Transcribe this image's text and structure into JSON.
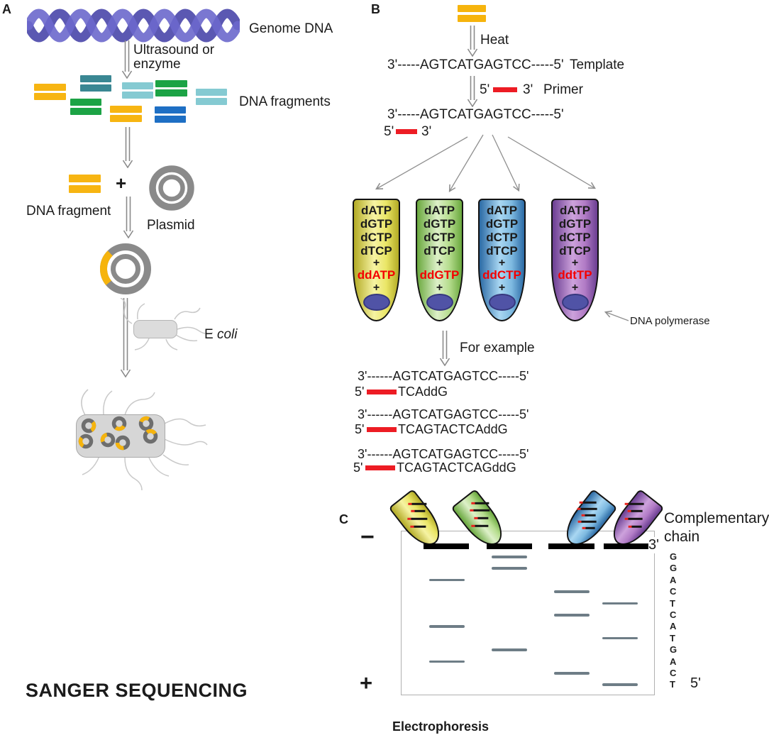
{
  "title": "SANGER SEQUENCING",
  "panelA": {
    "label": "A",
    "genome_dna": "Genome DNA",
    "fragmentation_line1": "Ultrasound or",
    "fragmentation_line2": "enzyme",
    "dna_fragments": "DNA fragments",
    "dna_fragment": "DNA fragment",
    "plus": "+",
    "plasmid": "Plasmid",
    "ecoli_e": "E",
    "ecoli_coli": "coli"
  },
  "panelB": {
    "label": "B",
    "heat": "Heat",
    "template_seq": "3'-----AGTCATGAGTCC-----5'",
    "template_label": "Template",
    "primer_five": "5'",
    "primer_three": "3'",
    "primer_label": "Primer",
    "anneal_seq": "3'-----AGTCATGAGTCC-----5'",
    "anneal_five": "5'",
    "anneal_three": "3'",
    "tubes": [
      {
        "color": "yellow",
        "dntps": [
          "dATP",
          "dGTP",
          "dCTP",
          "dTCP"
        ],
        "plus": "+",
        "ddntp": "ddATP",
        "plus2": "+"
      },
      {
        "color": "green",
        "dntps": [
          "dATP",
          "dGTP",
          "dCTP",
          "dTCP"
        ],
        "plus": "+",
        "ddntp": "ddGTP",
        "plus2": "+"
      },
      {
        "color": "blue",
        "dntps": [
          "dATP",
          "dGTP",
          "dCTP",
          "dTCP"
        ],
        "plus": "+",
        "ddntp": "ddCTP",
        "plus2": "+"
      },
      {
        "color": "purple",
        "dntps": [
          "dATP",
          "dGTP",
          "dCTP",
          "dTCP"
        ],
        "plus": "+",
        "ddntp": "ddtTP",
        "plus2": "+"
      }
    ],
    "dna_polymerase": "DNA polymerase",
    "for_example": "For example",
    "examples": [
      {
        "template": "3'------AGTCATGAGTCC-----5'",
        "five": "5'",
        "product": "TCAddG"
      },
      {
        "template": "3'------AGTCATGAGTCC-----5'",
        "five": "5'",
        "product": "TCAGTACTCAddG"
      },
      {
        "template": "3'------AGTCATGAGTCC-----5'",
        "five": "5'",
        "product": "TCAGTACTCAGddG"
      }
    ]
  },
  "panelC": {
    "label": "C",
    "minus_electrode": "−",
    "plus_electrode": "+",
    "complementary_line1": "Complementary",
    "complementary_line2": "chain",
    "three_prime": "3'",
    "five_prime": "5'",
    "ladder": [
      "G",
      "G",
      "A",
      "C",
      "T",
      "C",
      "A",
      "T",
      "G",
      "A",
      "C",
      "T"
    ],
    "lane_colors": [
      "yellow",
      "green",
      "blue",
      "purple"
    ],
    "bands": [
      {
        "row": 0,
        "lane": 1
      },
      {
        "row": 1,
        "lane": 1
      },
      {
        "row": 2,
        "lane": 0
      },
      {
        "row": 3,
        "lane": 2
      },
      {
        "row": 4,
        "lane": 3
      },
      {
        "row": 5,
        "lane": 2
      },
      {
        "row": 6,
        "lane": 0
      },
      {
        "row": 7,
        "lane": 3
      },
      {
        "row": 8,
        "lane": 1
      },
      {
        "row": 9,
        "lane": 0
      },
      {
        "row": 10,
        "lane": 2
      },
      {
        "row": 11,
        "lane": 3
      }
    ],
    "electrophoresis": "Electrophoresis"
  },
  "colors": {
    "helix_purple": "#6b68cc",
    "fragment_yellow": "#f7b512",
    "fragment_teal": "#3a8793",
    "fragment_green": "#1ca345",
    "fragment_cyan": "#85cad2",
    "fragment_blue": "#1e6fc4",
    "plasmid_gray": "#8a8a8a",
    "insert_yellow": "#f6b40d",
    "primer_red": "#ed1c24",
    "ddntp_red": "#f40000",
    "polymerase_blob": "#5053a6",
    "gel_band_gray": "#6e7d86",
    "tube_yellow": "#eae667",
    "tube_green": "#b6dd8e",
    "tube_blue": "#7db9e0",
    "tube_purple": "#b27cc6"
  }
}
